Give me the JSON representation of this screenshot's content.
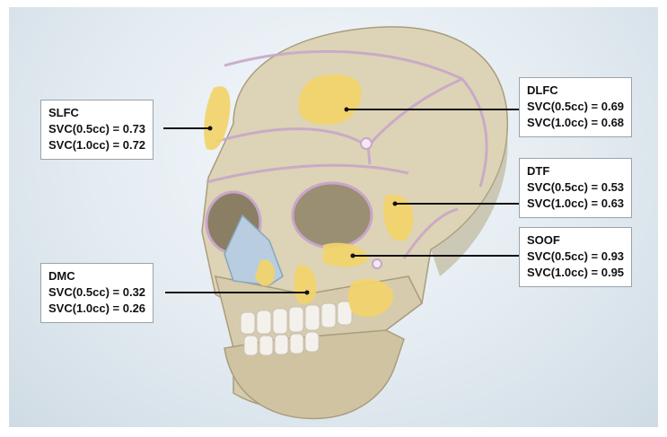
{
  "regions": [
    {
      "id": "slfc",
      "name": "SLFC",
      "svc_05": "SVC(0.5cc) = 0.73",
      "svc_10": "SVC(1.0cc) = 0.72"
    },
    {
      "id": "dlfc",
      "name": "DLFC",
      "svc_05": "SVC(0.5cc) = 0.69",
      "svc_10": "SVC(1.0cc) = 0.68"
    },
    {
      "id": "dtf",
      "name": "DTF",
      "svc_05": "SVC(0.5cc) = 0.53",
      "svc_10": "SVC(1.0cc) = 0.63"
    },
    {
      "id": "soof",
      "name": "SOOF",
      "svc_05": "SVC(0.5cc) = 0.93",
      "svc_10": "SVC(1.0cc) = 0.95"
    },
    {
      "id": "dmc",
      "name": "DMC",
      "svc_05": "SVC(0.5cc) = 0.32",
      "svc_10": "SVC(1.0cc) = 0.26"
    }
  ],
  "colors": {
    "bone": "#ddd3b6",
    "bone_shadow": "#b9ad8c",
    "fat_pad": "#f2d46a",
    "boundary": "#c9a6c9",
    "nasal_cartilage": "#b8cde0",
    "teeth": "#f4f1ec",
    "background": "#dfe8ee"
  }
}
